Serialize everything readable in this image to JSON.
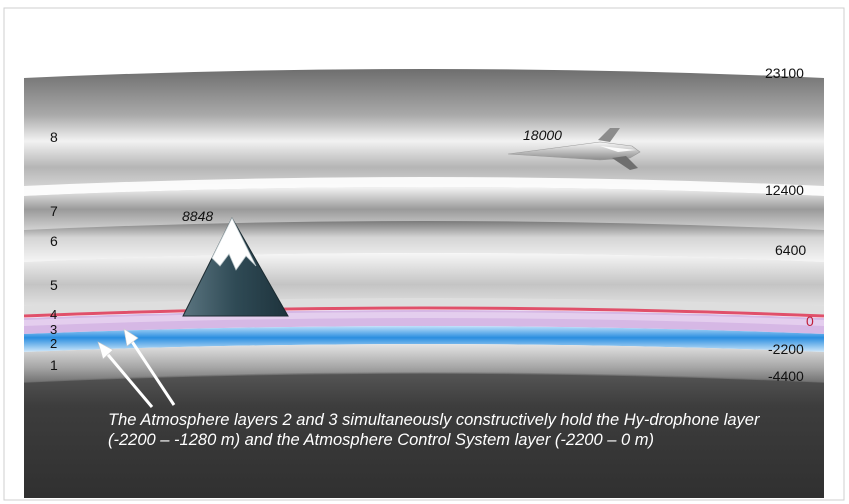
{
  "layers": {
    "l8": "8",
    "l7": "7",
    "l6": "6",
    "l5": "5",
    "l4": "4",
    "l3": "3",
    "l2": "2",
    "l1": "1"
  },
  "altitudes": {
    "a23100": "23100",
    "a12400": "12400",
    "a6400": "6400",
    "a0": "0",
    "aMinus2200": "-2200",
    "aMinus4400": "-4400"
  },
  "markers": {
    "mountain_height": "8848",
    "aircraft_altitude": "18000"
  },
  "caption": "The Atmosphere layers 2 and 3 simultaneously constructively hold the Hy-drophone layer (-2200 – -1280 m) and the Atmosphere Control System layer (-2200 – 0 m)",
  "colors": {
    "zero_line": "#e0506a",
    "layer3_band": "#c8a0dc",
    "hydrophone_band": "#2b8ee0",
    "ground": "#3a3a3a",
    "mountain": "#2f4a55",
    "snow": "#ffffff"
  },
  "icons": {
    "aircraft": "jet-aircraft-icon",
    "mountain": "snow-mountain-icon",
    "arrows": "pointer-arrow-icon"
  }
}
